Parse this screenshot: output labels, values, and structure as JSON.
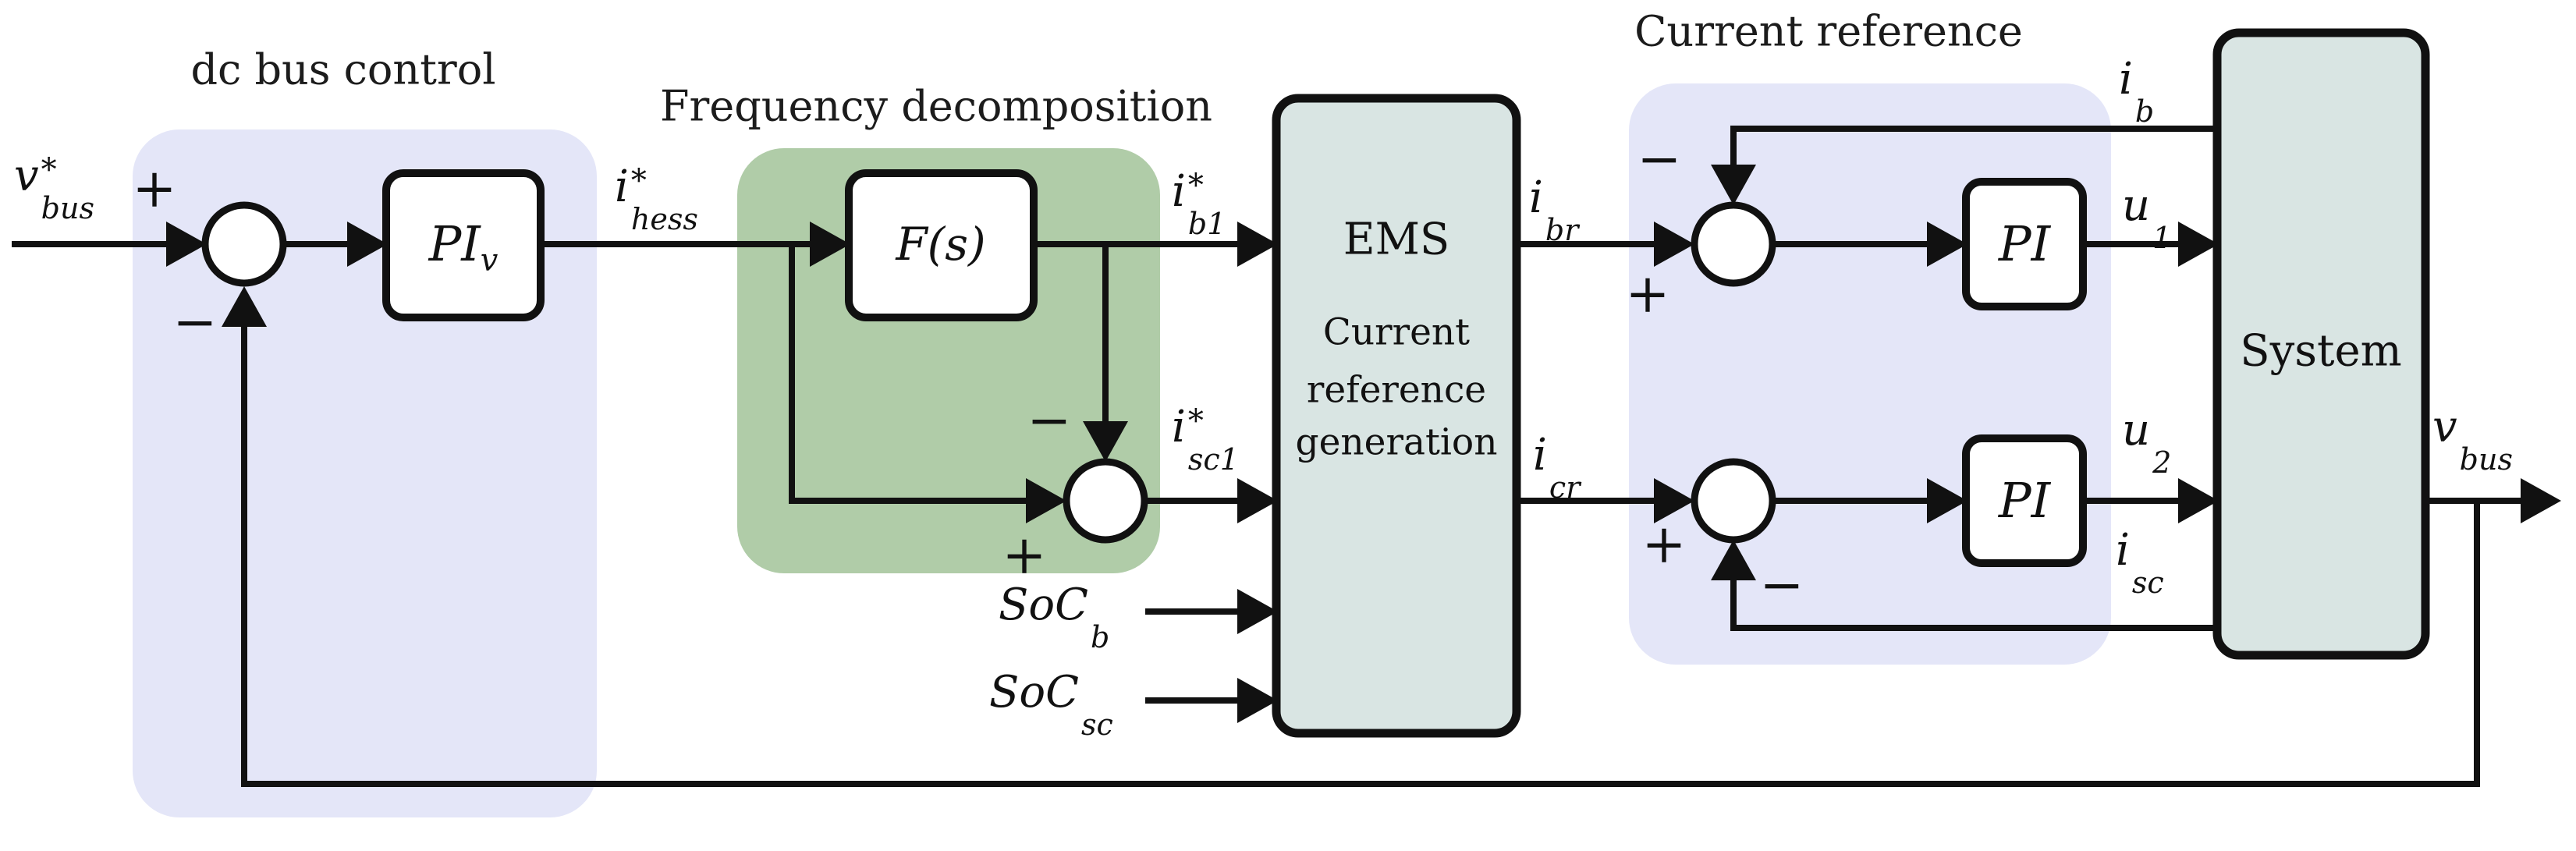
{
  "diagram": {
    "titles": {
      "dc_bus_control": "dc bus control",
      "frequency_decomposition": "Frequency decomposition",
      "current_reference": "Current reference"
    },
    "blocks": {
      "pi_v": {
        "base": "PI",
        "sub": "v"
      },
      "f_s": {
        "label": "F(s)"
      },
      "ems": {
        "title": "EMS",
        "line1": "Current",
        "line2": "reference",
        "line3": "generation"
      },
      "pi_1": {
        "label": "PI"
      },
      "pi_2": {
        "label": "PI"
      },
      "system": {
        "label": "System"
      }
    },
    "signals": {
      "vbus_ref": {
        "base": "v",
        "sup": "*",
        "sub": "bus"
      },
      "ihess": {
        "base": "i",
        "sup": "*",
        "sub": "hess"
      },
      "ib1": {
        "base": "i",
        "sup": "*",
        "sub": "b1"
      },
      "isc1": {
        "base": "i",
        "sup": "*",
        "sub": "sc1"
      },
      "socb": {
        "base": "SoC",
        "sup": "",
        "sub": "b"
      },
      "socsc": {
        "base": "SoC",
        "sup": "",
        "sub": "sc"
      },
      "ibr": {
        "base": "i",
        "sup": "",
        "sub": "br"
      },
      "icr": {
        "base": "i",
        "sup": "",
        "sub": "cr"
      },
      "ib": {
        "base": "i",
        "sup": "",
        "sub": "b"
      },
      "u1": {
        "base": "u",
        "sup": "",
        "sub": "1"
      },
      "u2": {
        "base": "u",
        "sup": "",
        "sub": "2"
      },
      "isc": {
        "base": "i",
        "sup": "",
        "sub": "sc"
      },
      "vbus_out": {
        "base": "v",
        "sup": "",
        "sub": "bus"
      }
    },
    "junctions": {
      "j1": {
        "plus": "+",
        "minus": "−"
      },
      "j2": {
        "plus": "+",
        "minus": "−"
      },
      "j3": {
        "plus": "+",
        "minus": "−"
      },
      "j4": {
        "plus": "+",
        "minus": "−"
      }
    },
    "colors": {
      "region_lavender": "#e4e6f8",
      "region_green": "#b0cca8",
      "block_fill_grey_green": "#d9e5e3",
      "block_fill_white": "#ffffff",
      "line_black": "#111111"
    }
  }
}
